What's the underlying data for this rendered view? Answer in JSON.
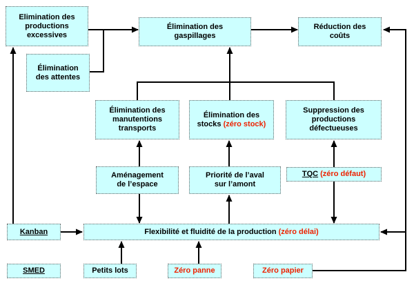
{
  "diagram": {
    "boxes": {
      "prod_excessives": {
        "label": "Elimination des productions excessives"
      },
      "attentes": {
        "label": "Élimination des attentes"
      },
      "gaspillages": {
        "label": "Élimination des gaspillages"
      },
      "reduction_couts": {
        "label": "Réduction des coûts"
      },
      "manutentions": {
        "label": "Élimination des manutentions transports"
      },
      "stocks": {
        "label_black": "Élimination des stocks ",
        "label_red": "(zéro stock)"
      },
      "suppression": {
        "label": "Suppression des productions défectueuses"
      },
      "amenagement": {
        "label": "Aménagement de l’espace"
      },
      "priorite": {
        "label": "Priorité de l’aval sur l’amont"
      },
      "tqc": {
        "label_underlined": "TQC",
        "label_red": " (zéro défaut)"
      },
      "kanban": {
        "label": "Kanban"
      },
      "flexibilite": {
        "label_black": "Flexibilité et fluidité de la production ",
        "label_red": "(zéro délai)"
      },
      "smed": {
        "label": "SMED"
      },
      "petits_lots": {
        "label": "Petits lots"
      },
      "zero_panne": {
        "label": "Zéro panne"
      },
      "zero_papier": {
        "label": "Zéro papier"
      }
    },
    "colors": {
      "box_fill": "#CCFFFF",
      "box_border": "#606060",
      "accent_red": "#EE2200",
      "arrow": "#000000"
    }
  }
}
